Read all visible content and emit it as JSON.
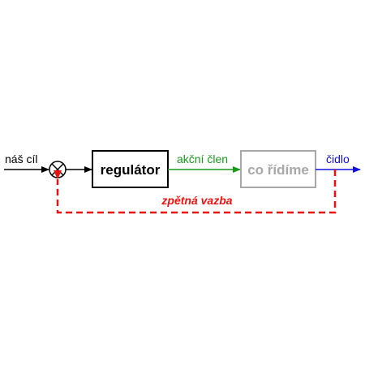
{
  "diagram": {
    "input_label": "náš cíl",
    "controller_label": "regulátor",
    "actuator_label": "akční člen",
    "plant_label": "co řídíme",
    "sensor_label": "čidlo",
    "feedback_label": "zpětná vazba",
    "summing_junction_icon": "circled-x-icon"
  },
  "colors": {
    "main_line": "#000000",
    "actuator": "#1a9a1a",
    "plant": "#a8a8a8",
    "sensor": "#1010e0",
    "feedback": "#ee1111"
  }
}
